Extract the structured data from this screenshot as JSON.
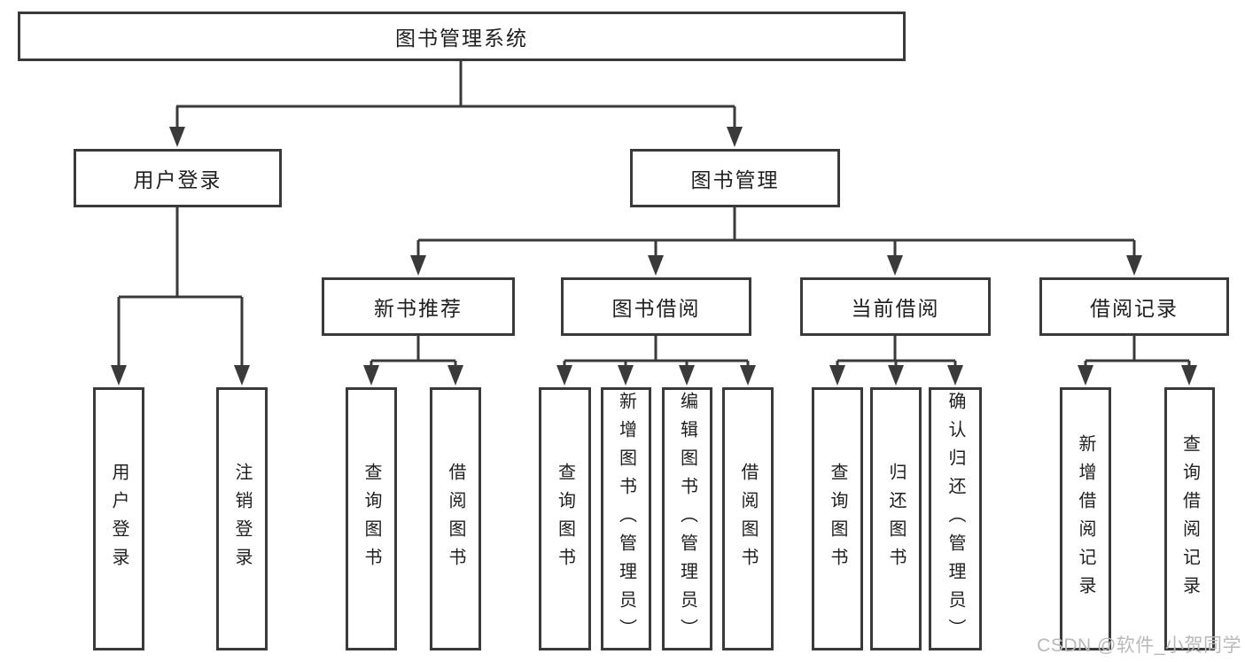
{
  "tree": {
    "root": {
      "label": "图书管理系统"
    },
    "children": [
      {
        "label": "用户登录",
        "children": [
          {
            "label": "用户登录"
          },
          {
            "label": "注销登录"
          }
        ]
      },
      {
        "label": "图书管理",
        "children": [
          {
            "label": "新书推荐",
            "children": [
              {
                "label": "查询图书"
              },
              {
                "label": "借阅图书"
              }
            ]
          },
          {
            "label": "图书借阅",
            "children": [
              {
                "label": "查询图书"
              },
              {
                "label": "新增图书（管理员）"
              },
              {
                "label": "编辑图书（管理员）"
              },
              {
                "label": "借阅图书"
              }
            ]
          },
          {
            "label": "当前借阅",
            "children": [
              {
                "label": "查询图书"
              },
              {
                "label": "归还图书"
              },
              {
                "label": "确认归还（管理员）"
              }
            ]
          },
          {
            "label": "借阅记录",
            "children": [
              {
                "label": "新增借阅记录"
              },
              {
                "label": "查询借阅记录"
              }
            ]
          }
        ]
      }
    ]
  },
  "watermark": "CSDN @软件_小贺同学",
  "colors": {
    "line": "#3a3a3a",
    "text": "#1f1f1f",
    "watermark": "#b9b9b9",
    "background": "#ffffff"
  }
}
